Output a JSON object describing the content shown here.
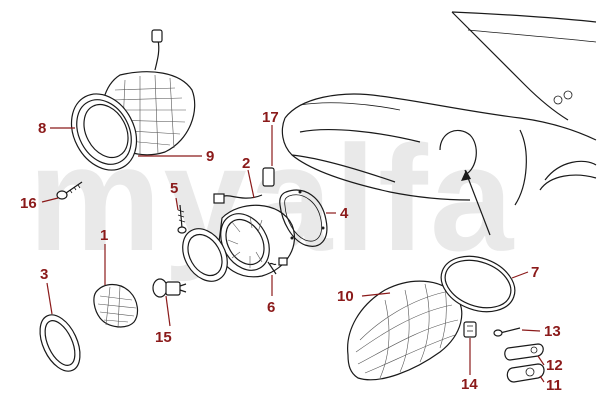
{
  "watermark": "myalfa",
  "callouts": [
    {
      "id": "c1",
      "label": "1"
    },
    {
      "id": "c2",
      "label": "2"
    },
    {
      "id": "c3",
      "label": "3"
    },
    {
      "id": "c4",
      "label": "4"
    },
    {
      "id": "c5",
      "label": "5"
    },
    {
      "id": "c6",
      "label": "6"
    },
    {
      "id": "c7",
      "label": "7"
    },
    {
      "id": "c8",
      "label": "8"
    },
    {
      "id": "c9",
      "label": "9"
    },
    {
      "id": "c10",
      "label": "10"
    },
    {
      "id": "c11",
      "label": "11"
    },
    {
      "id": "c12",
      "label": "12"
    },
    {
      "id": "c13",
      "label": "13"
    },
    {
      "id": "c14",
      "label": "14"
    },
    {
      "id": "c15",
      "label": "15"
    },
    {
      "id": "c16",
      "label": "16"
    },
    {
      "id": "c17",
      "label": "17"
    }
  ],
  "colors": {
    "callout": "#8b1a1a",
    "line": "#1a1a1a",
    "watermark": "#e9e9e9"
  }
}
